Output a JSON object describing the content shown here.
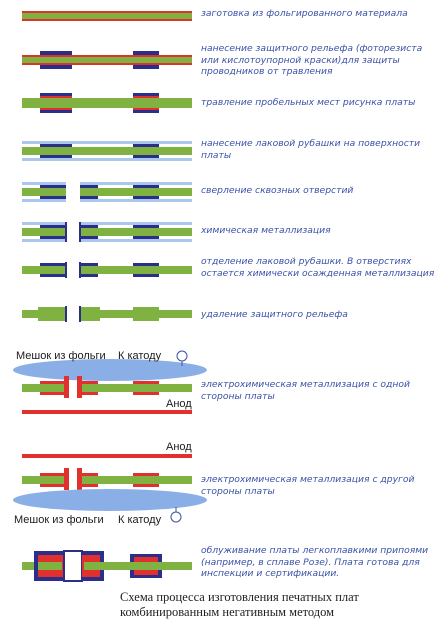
{
  "colors": {
    "green": "#7fb241",
    "red": "#e0312f",
    "navy": "#2b2f8a",
    "lightblue": "#a9c8ec",
    "ellipse": "#8aaee6",
    "text": "#3a52a8"
  },
  "steps": [
    "заготовка из фольгированного материала",
    "нанесение защитного рельефа (фоторезиста или кислотоупорной краски)для защиты проводников от травления",
    "травление пробельных мест рисунка платы",
    "нанесение лаковой рубашки на поверхности платы",
    "сверление сквозных отверстий",
    "химическая металлизация",
    "отделение лаковой рубашки. В отверстиях остается химически осажденная металлизация",
    "удаление защитного рельефа",
    "электрохимическая металлизация с одной стороны платы",
    "электрохимическая металлизация с другой стороны платы",
    "облуживание платы легкоплавкими припоями (например, в сплаве Розе). Плата готова для инспекции и сертификации."
  ],
  "labels": {
    "bag_top": "Мешок из фольги",
    "cathode_top": "К катоду",
    "anode_top": "Анод",
    "anode_bottom": "Анод",
    "bag_bottom": "Мешок из фольги",
    "cathode_bottom": "К катоду",
    "minus": "-"
  },
  "caption": "Схема процесса изготовления печатных плат комбинированным негативным методом"
}
